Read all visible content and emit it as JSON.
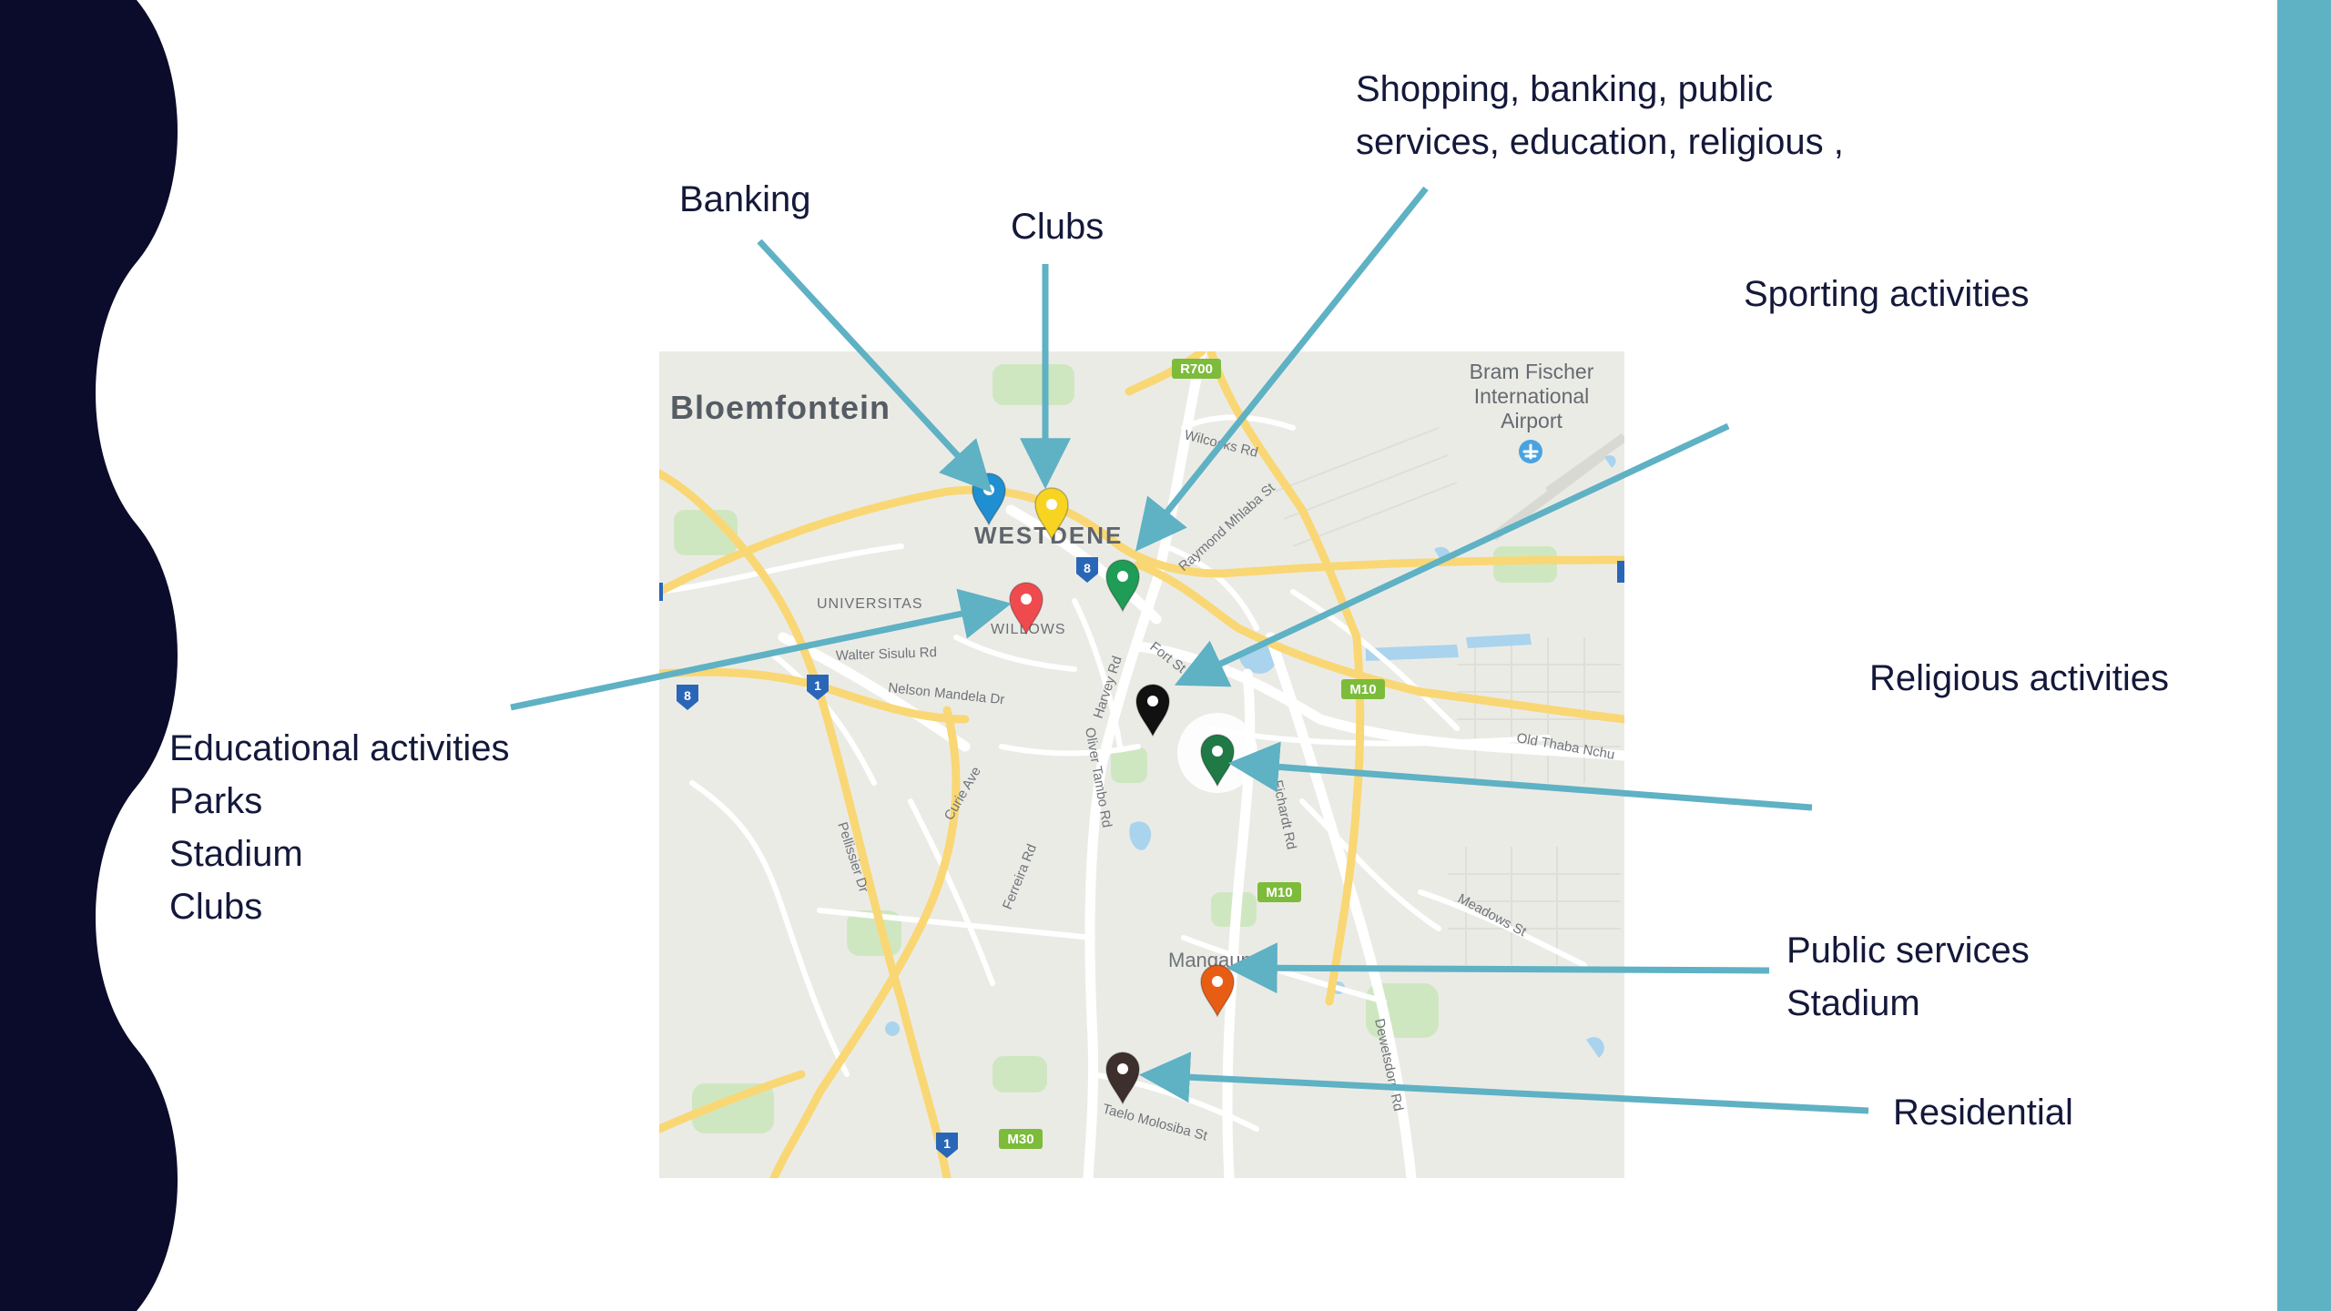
{
  "map": {
    "city": "Bloemfontein",
    "airport_lines": [
      "Bram Fischer",
      "International",
      "Airport"
    ],
    "suburbs": {
      "westdene": "WESTDENE",
      "universitas": "UNIVERSITAS",
      "willows": "WILLOWS",
      "mangaung": "Mangaung"
    },
    "roads": {
      "wilcocks": "Wilcocks Rd",
      "raymond": "Raymond Mhlaba St",
      "walter": "Walter Sisulu Rd",
      "nelson": "Nelson Mandela Dr",
      "harvey": "Harvey Rd",
      "fort": "Fort St",
      "oliver": "Oliver Tambo Rd",
      "curie": "Curie Ave",
      "ferreira": "Ferreira Rd",
      "pellissier": "Pellissier Dr",
      "old_thaba": "Old Thaba Nchu",
      "meadows": "Meadows St",
      "dewetsdorp": "Dewetsdorp Rd",
      "fichardt": "Fichardt Rd",
      "taelo": "Taelo Molosiba St"
    },
    "route_labels": {
      "r700": "R700",
      "m10_upper": "M10",
      "m10_lower": "M10",
      "m30": "M30"
    },
    "shields": {
      "s8_left": "8",
      "s8_mid": "8",
      "s1_left": "1",
      "s1_bottom": "1"
    }
  },
  "pins": {
    "banking": "#1f8fd1",
    "clubs": "#f7d421",
    "shopping": "#1f9c55",
    "educational": "#ef4b4f",
    "sporting": "#111111",
    "religious": "#1f7a45",
    "public_services": "#e85d14",
    "residential": "#3d2f2c"
  },
  "colors": {
    "arrow": "#5fb1c4",
    "left_band": "#0b0b2b",
    "right_band": "#5fb1c4",
    "text": "#14183a"
  },
  "labels": {
    "banking": [
      "Banking"
    ],
    "clubs": [
      "Clubs"
    ],
    "shopping": [
      "Shopping, banking, public",
      "services, education, religious ,"
    ],
    "sporting": [
      "Sporting activities"
    ],
    "religious": [
      "Religious activities"
    ],
    "educational": [
      "Educational activities",
      "Parks",
      "Stadium",
      "Clubs"
    ],
    "public_services": [
      "Public services",
      "Stadium"
    ],
    "residential": [
      "Residential"
    ]
  }
}
